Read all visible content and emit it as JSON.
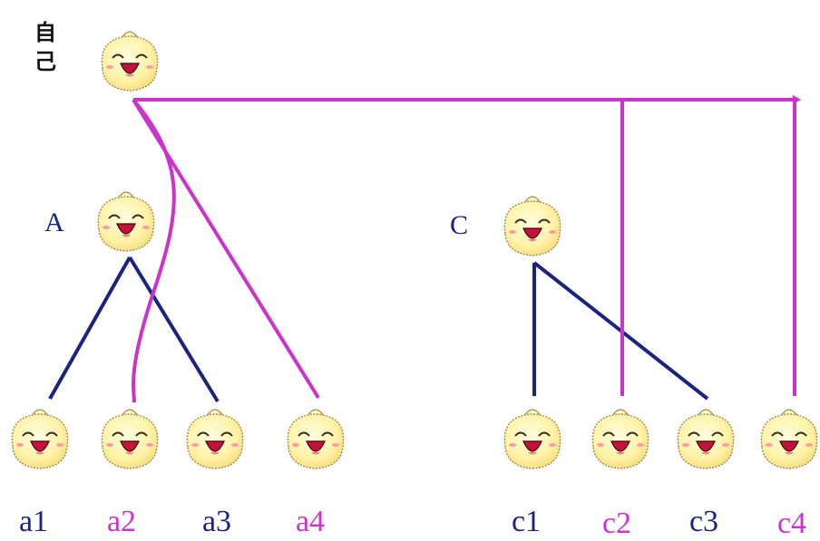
{
  "self": {
    "label_line1": "自",
    "label_line2": "己"
  },
  "parents": [
    {
      "id": "A",
      "label": "A"
    },
    {
      "id": "C",
      "label": "C"
    }
  ],
  "children": [
    {
      "id": "a1",
      "label": "a1",
      "color": "#1a237e"
    },
    {
      "id": "a2",
      "label": "a2",
      "color": "#cc33cc"
    },
    {
      "id": "a3",
      "label": "a3",
      "color": "#1a237e"
    },
    {
      "id": "a4",
      "label": "a4",
      "color": "#cc33cc"
    },
    {
      "id": "c1",
      "label": "c1",
      "color": "#1a237e"
    },
    {
      "id": "c2",
      "label": "c2",
      "color": "#cc33cc"
    },
    {
      "id": "c3",
      "label": "c3",
      "color": "#1a237e"
    },
    {
      "id": "c4",
      "label": "c4",
      "color": "#cc33cc"
    }
  ],
  "colors": {
    "parent_link": "#1a237e",
    "self_link": "#cc33cc",
    "label_dark": "#1a237e",
    "label_pink": "#cc33cc"
  },
  "icon": "smiling-bun-icon"
}
